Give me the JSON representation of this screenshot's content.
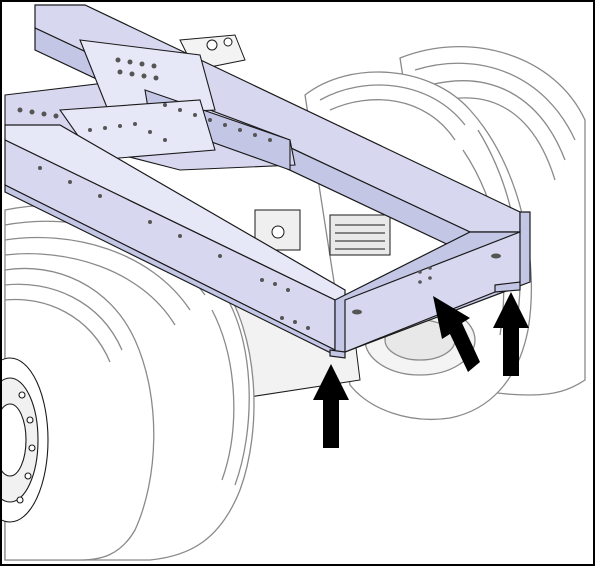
{
  "figure": {
    "subject": "truck-chassis-rear-frame-with-dual-wheels",
    "colors": {
      "frame_fill": "#d7d8f0",
      "frame_shade": "#c4c6e6",
      "frame_light": "#e6e7f7",
      "line": "#1a1a1a",
      "tire_line": "#8a8a8a",
      "arrow": "#000000",
      "border": "#000000",
      "background": "#ffffff"
    },
    "callout_arrows": [
      {
        "name": "arrow-left-frame-corner",
        "direction": "up"
      },
      {
        "name": "arrow-crossmember-center",
        "direction": "up-left"
      },
      {
        "name": "arrow-right-frame-corner",
        "direction": "up"
      }
    ]
  }
}
